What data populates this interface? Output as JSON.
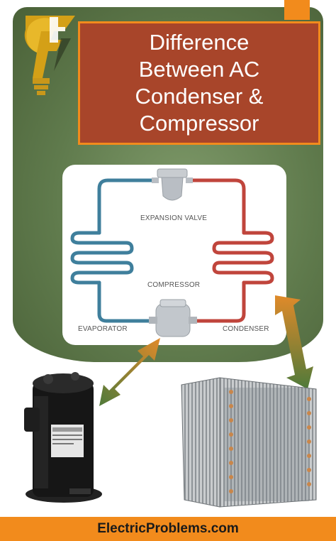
{
  "title": "Difference\nBetween AC\nCondenser &\nCompressor",
  "diagram": {
    "labels": {
      "expansion_valve": "EXPANSION VALVE",
      "compressor": "COMPRESSOR",
      "evaporator": "EVAPORATOR",
      "condenser": "CONDENSER"
    },
    "colors": {
      "cold_line": "#3f7f9c",
      "hot_line": "#c0453c"
    }
  },
  "footer": {
    "site": "ElectricProblems.com"
  },
  "colors": {
    "title_bg": "#a8452a",
    "accent": "#f28b1c",
    "panel_green": "#5f7a4c"
  }
}
